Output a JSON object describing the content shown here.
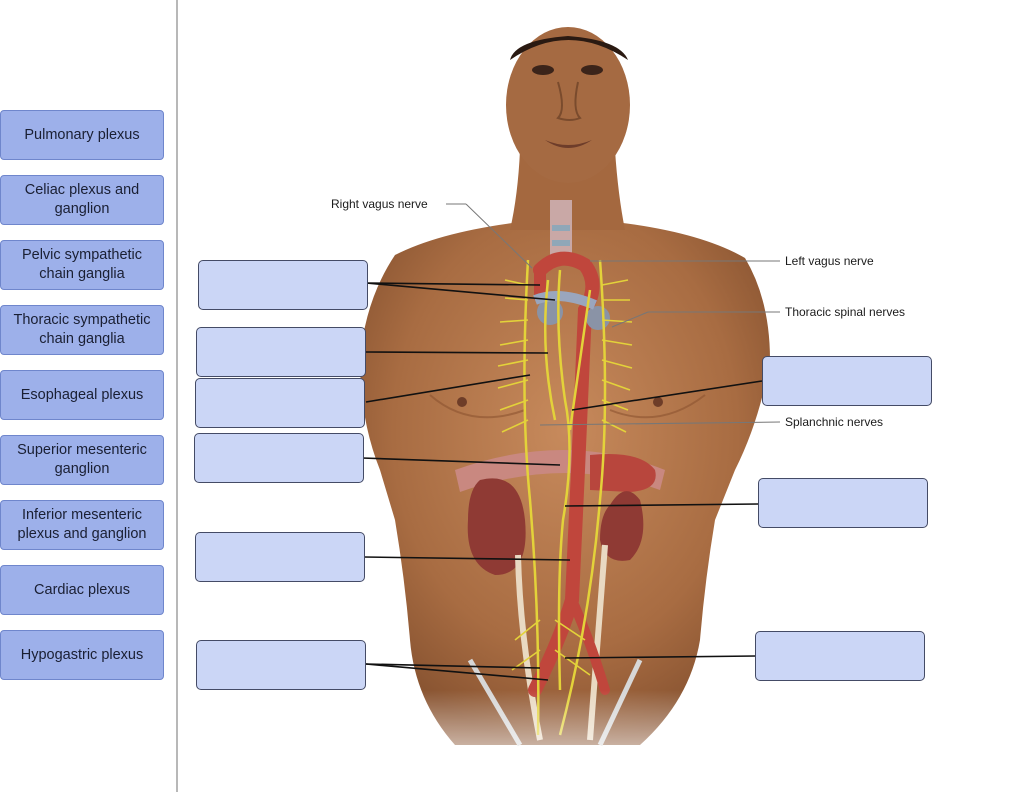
{
  "word_bank": [
    {
      "label": "Pulmonary plexus"
    },
    {
      "label": "Celiac plexus and ganglion"
    },
    {
      "label": "Pelvic sympathetic chain ganglia"
    },
    {
      "label": "Thoracic sympathetic chain ganglia"
    },
    {
      "label": "Esophageal plexus"
    },
    {
      "label": "Superior mesenteric ganglion"
    },
    {
      "label": "Inferior mesenteric plexus and ganglion"
    },
    {
      "label": "Cardiac plexus"
    },
    {
      "label": "Hypogastric plexus"
    }
  ],
  "figure_labels": {
    "right_vagus": "Right vagus nerve",
    "left_vagus": "Left vagus nerve",
    "thoracic_spinal": "Thoracic spinal nerves",
    "splanchnic": "Splanchnic nerves"
  },
  "colors": {
    "chip_fill": "#9db0ea",
    "drop_fill": "#cbd6f6",
    "skin": "#b5794e",
    "nerve": "#e8d84a",
    "artery": "#c0463c"
  }
}
